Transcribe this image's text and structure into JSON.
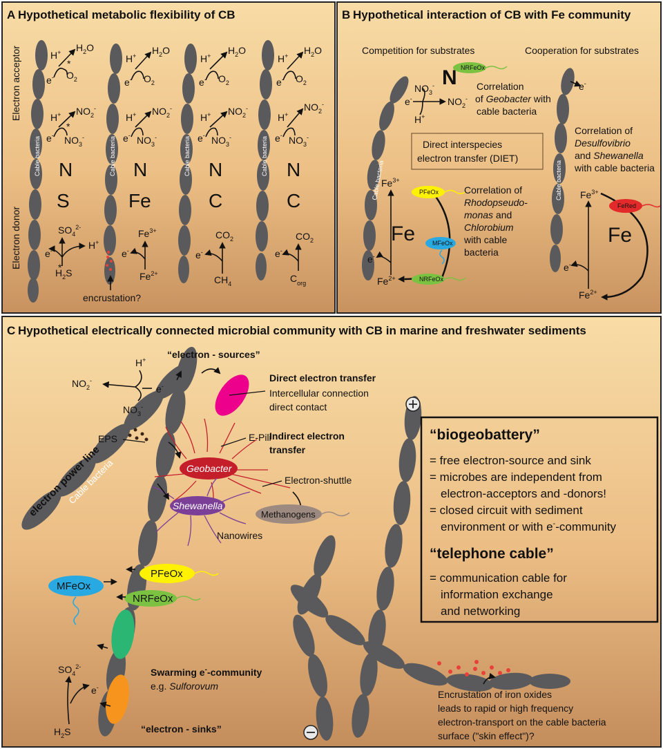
{
  "colors": {
    "sediment_top": "#f7d8a0",
    "sediment_bottom": "#c58f60",
    "cable_bacteria": "#5a5a5c",
    "geobacter": "#c41e2b",
    "shewanella": "#7b3f98",
    "methanogens": "#9c8a80",
    "pfeox": "#fff200",
    "mfeox": "#29a9e1",
    "nrfeox": "#7cc242",
    "fered": "#e32a2a",
    "direct_contact": "#ec008c",
    "green_sink": "#2bb673",
    "orange_sink": "#f7941d"
  },
  "panelA": {
    "letter": "A",
    "title": "Hypothetical metabolic flexibility of CB",
    "axis_acceptor": "Electron acceptor",
    "axis_donor": "Electron donor",
    "cable_label": "Cable bacteria",
    "columns": [
      {
        "acceptor": "N",
        "donor": "S"
      },
      {
        "acceptor": "N",
        "donor": "Fe"
      },
      {
        "acceptor": "N",
        "donor": "C"
      },
      {
        "acceptor": "N",
        "donor": "C"
      }
    ],
    "encrustation": "encrustation?",
    "chem": {
      "h_plus": "H",
      "plus_sup": "+",
      "h2o": "H",
      "o2": "O",
      "no2": "NO",
      "no3": "NO",
      "e": "e",
      "minus_sup": "-",
      "so4": "SO",
      "so4_sup": "2-",
      "h2s": "H",
      "s_letter": "S",
      "fe3": "Fe",
      "fe3_sup": "3+",
      "fe2": "Fe",
      "fe2_sup": "2+",
      "co2": "CO",
      "ch4": "CH",
      "corg": "C",
      "org_sub": "org",
      "two": "2",
      "three": "3",
      "four": "4",
      "star": "*"
    }
  },
  "panelB": {
    "letter": "B",
    "title": "Hypothetical interaction of CB with Fe community",
    "competition": "Competition for substrates",
    "cooperation": "Cooperation for substrates",
    "n_big": "N",
    "fe_big_left": "Fe",
    "fe_big_right": "Fe",
    "corr_geobacter_1": "Correlation",
    "corr_geobacter_2": "of",
    "corr_geobacter_2i": "Geobacter",
    "corr_geobacter_2b": "with",
    "corr_geobacter_3": "cable bacteria",
    "diet_1": "Direct interspecies",
    "diet_2": "electron transfer (DIET)",
    "corr_desulfo_1": "Correlation of",
    "corr_desulfo_2": "Desulfovibrio",
    "corr_desulfo_3": "and",
    "corr_desulfo_3i": "Shewanella",
    "corr_desulfo_4": "with cable bacteria",
    "corr_rhodo_1": "Correlation of",
    "corr_rhodo_2": "Rhodopseudo-",
    "corr_rhodo_3": "monas",
    "corr_rhodo_3b": "and",
    "corr_rhodo_4": "Chlorobium",
    "corr_rhodo_5": "with cable",
    "corr_rhodo_6": "bacteria",
    "nrfeox": "NRFeOx",
    "pfeox": "PFeOx",
    "mfeox": "MFeOx",
    "fered": "FeRed",
    "cable_label": "Cable bacteria"
  },
  "panelC": {
    "letter": "C",
    "title": "Hypothetical electrically connected microbial community with CB in marine and freshwater sediments",
    "electron_sources": "“electron - sources”",
    "electron_sinks": "“electron - sinks”",
    "direct_transfer": "Direct electron transfer",
    "intercellular_1": "Intercellular connection",
    "intercellular_2": "direct contact",
    "e_pili": "E-Pili",
    "indirect_1": "Indirect electron",
    "indirect_2": "transfer",
    "eps": "EPS",
    "geobacter": "Geobacter",
    "shewanella": "Shewanella",
    "electron_shuttle": "Electron-shuttle",
    "methanogens": "Methanogens",
    "nanowires": "Nanowires",
    "power_line": "electron power line",
    "cable_bacteria": "Cable bacteria",
    "pfeox": "PFeOx",
    "mfeox": "MFeOx",
    "nrfeox": "NRFeOx",
    "swarming_1": "Swarming e",
    "swarming_sup": "-",
    "swarming_2": "-community",
    "eg": "e.g.",
    "sulforovum": "Sulforovum",
    "encrust_1": "Encrustation of iron oxides",
    "encrust_2": "leads to rapid or high frequency",
    "encrust_3": "electron-transport on the cable bacteria",
    "encrust_4": "surface (\"skin effect\")?",
    "box": {
      "biogeobattery": "“biogeobattery”",
      "bg_1": "= free electron-source and sink",
      "bg_2": "= microbes are independent from",
      "bg_3": "electron-acceptors and -donors!",
      "bg_4": "= closed circuit with sediment",
      "bg_5a": "environment or with e",
      "bg_5sup": "-",
      "bg_5b": "-community",
      "telephone": "“telephone cable”",
      "tc_1": "= communication cable for",
      "tc_2": "information exchange",
      "tc_3": "and networking"
    }
  }
}
